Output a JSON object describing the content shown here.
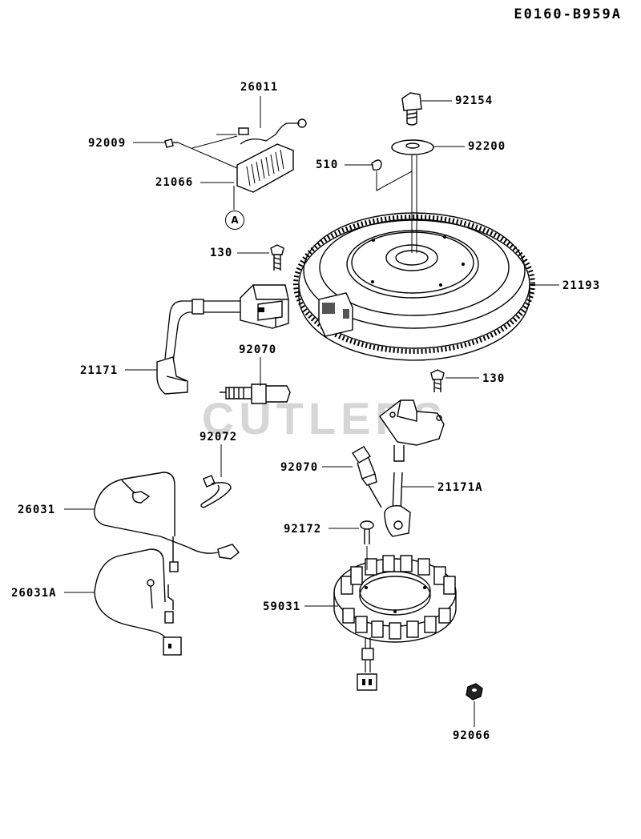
{
  "diagram_id": "E0160-B959A",
  "watermark": "CUTLERS",
  "callout": "A",
  "labels": {
    "p26011": "26011",
    "p92009": "92009",
    "p21066": "21066",
    "p92154": "92154",
    "p92200": "92200",
    "p510": "510",
    "p130a": "130",
    "p21193": "21193",
    "p92070a": "92070",
    "p21171": "21171",
    "p130b": "130",
    "p92072": "92072",
    "p92070b": "92070",
    "p21171A": "21171A",
    "p26031": "26031",
    "p92172": "92172",
    "p26031A": "26031A",
    "p59031": "59031",
    "p92066": "92066"
  }
}
